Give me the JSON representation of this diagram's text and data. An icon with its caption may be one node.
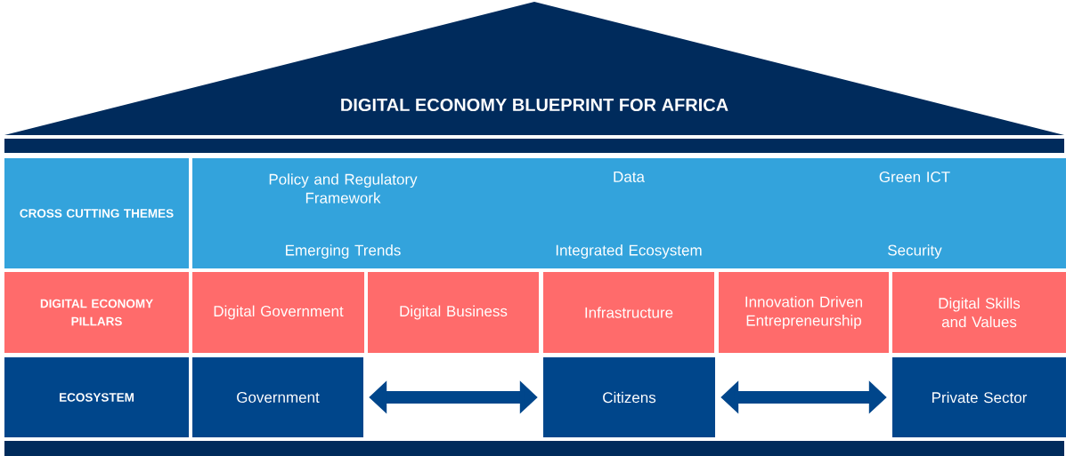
{
  "diagram": {
    "nodes": [
      {
        "text": [
          "DIGITAL ECONOMY BLUEPRINT FOR AFRICA"
        ]
      },
      {
        "text": [],
        "shape": "bar"
      },
      {
        "text": [
          "CROSS CUTTING THEMES"
        ]
      },
      {
        "text": [
          "Policy and Regulatory Framework",
          "Data",
          "Green ICT",
          "Emerging Trends",
          "Integrated Ecosystem",
          "Security"
        ]
      },
      {
        "text": [
          "DIGITAL ECONOMY PILLARS"
        ]
      },
      {
        "text": [
          "Digital Government"
        ]
      },
      {
        "text": [
          "Digital Business"
        ]
      },
      {
        "text": [
          "Infrastructure"
        ]
      },
      {
        "text": [
          "Innovation Driven Entrepreneurship"
        ]
      },
      {
        "text": [
          "Digital Skills and Values"
        ]
      },
      {
        "text": [
          "ECOSYSTEM"
        ]
      },
      {
        "text": [
          "Government"
        ]
      },
      {
        "text": [
          "Citizens"
        ]
      },
      {
        "text": [
          "Private Sector"
        ]
      },
      {
        "text": [],
        "shape": "bar"
      }
    ],
    "edges": [
      {
        "from": 11,
        "to": 12,
        "arrow": "both"
      },
      {
        "from": 12,
        "to": 13,
        "arrow": "both"
      }
    ]
  }
}
